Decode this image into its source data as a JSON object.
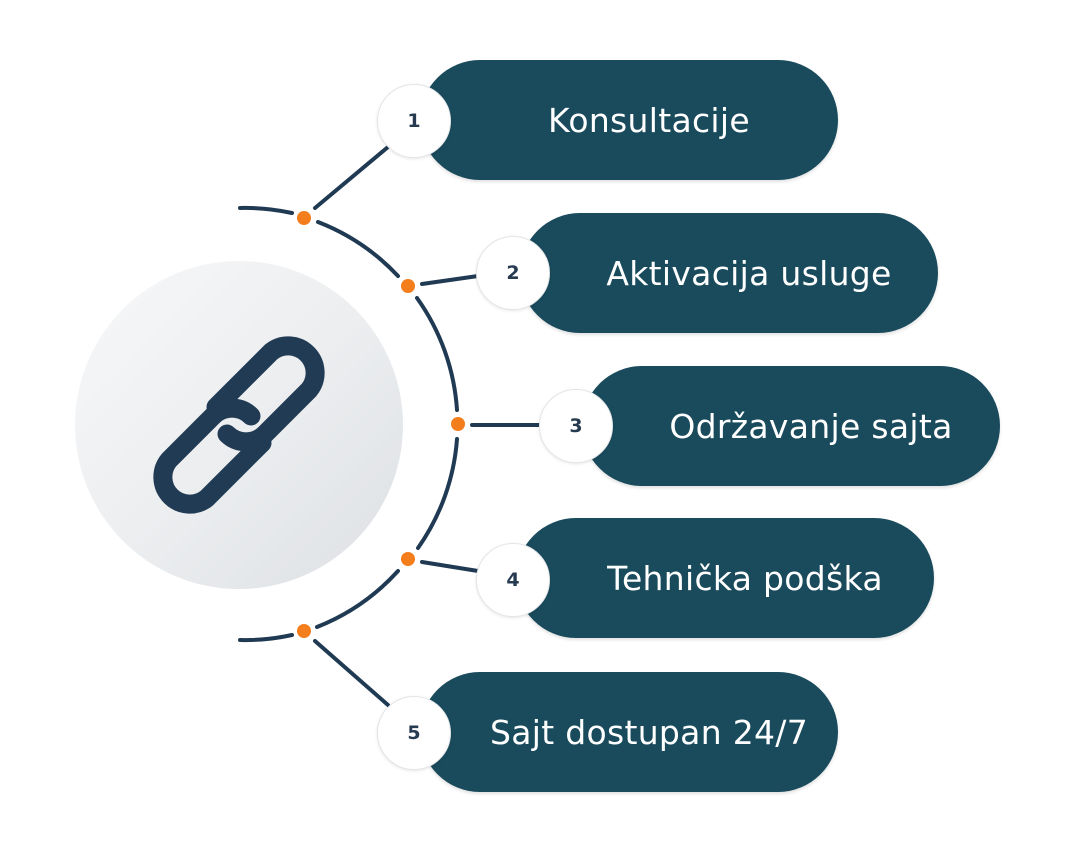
{
  "diagram": {
    "hub_icon": "link-chain-icon",
    "colors": {
      "pill_background": "#194b5c",
      "pill_text": "#ffffff",
      "line": "#1f3a52",
      "dot": "#f47e1c",
      "number_text": "#263a50",
      "hub_gradient_start": "#f7f8f9",
      "hub_gradient_end": "#dde0e4"
    },
    "steps": [
      {
        "number": "1",
        "label": "Konsultacije"
      },
      {
        "number": "2",
        "label": "Aktivacija usluge"
      },
      {
        "number": "3",
        "label": "Održavanje sajta"
      },
      {
        "number": "4",
        "label": "Tehnička podška"
      },
      {
        "number": "5",
        "label": "Sajt dostupan 24/7"
      }
    ]
  }
}
